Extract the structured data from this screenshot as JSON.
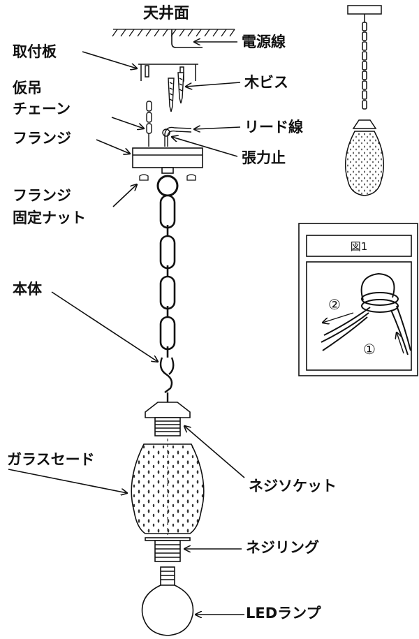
{
  "labels": {
    "ceiling": "天井面",
    "power_wire": "電源線",
    "mount_plate": "取付板",
    "wood_screw": "木ビス",
    "temp_chain_line1": "仮吊",
    "temp_chain_line2": "チェーン",
    "lead_wire": "リード線",
    "flange": "フランジ",
    "strain_stop": "張力止",
    "flange_nut_line1": "フランジ",
    "flange_nut_line2": "固定ナット",
    "body": "本体",
    "screw_socket": "ネジソケット",
    "glass_shade": "ガラスセード",
    "screw_ring": "ネジリング",
    "led_lamp": "LEDランプ"
  },
  "figure1": {
    "title": "図1",
    "step1": "①",
    "step2": "②"
  }
}
